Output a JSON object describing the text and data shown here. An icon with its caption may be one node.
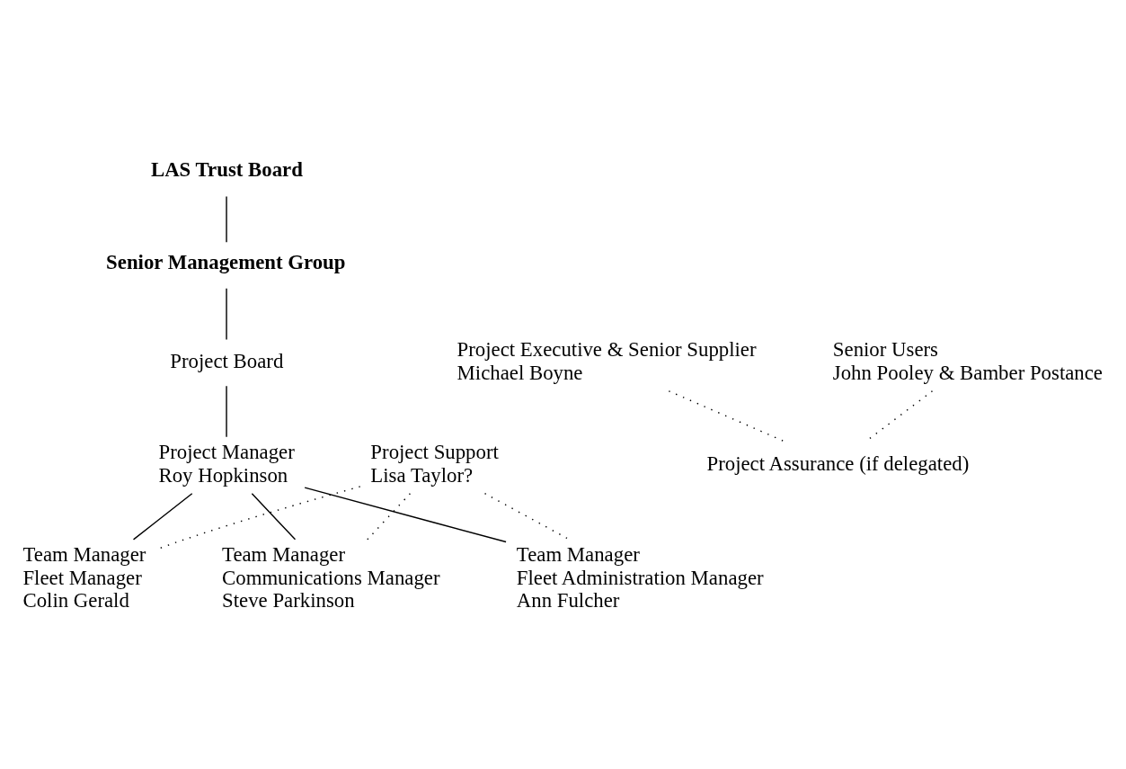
{
  "diagram": {
    "nodes": [
      {
        "text": [
          "LAS Trust Board"
        ]
      },
      {
        "text": [
          "Senior Management Group"
        ]
      },
      {
        "text": [
          "Project Board"
        ]
      },
      {
        "text": [
          "Project Executive & Senior Supplier",
          "Michael Boyne"
        ]
      },
      {
        "text": [
          "Senior Users",
          "John Pooley & Bamber Postance"
        ]
      },
      {
        "text": [
          "Project Assurance (if delegated)"
        ]
      },
      {
        "text": [
          "Project Manager",
          "Roy Hopkinson"
        ]
      },
      {
        "text": [
          "Project Support",
          "Lisa Taylor?"
        ]
      },
      {
        "text": [
          "Team Manager",
          "Fleet Manager",
          "Colin Gerald"
        ]
      },
      {
        "text": [
          "Team Manager",
          "Communications Manager",
          "Steve Parkinson"
        ]
      },
      {
        "text": [
          "Team Manager",
          "Fleet Administration Manager",
          "Ann Fulcher"
        ]
      }
    ],
    "edges": [
      {
        "from": 0,
        "to": 1,
        "arrow": "none"
      },
      {
        "from": 1,
        "to": 2,
        "arrow": "none"
      },
      {
        "from": 2,
        "to": 6,
        "arrow": "none"
      },
      {
        "from": 3,
        "to": 5,
        "arrow": "none",
        "style": "dashed"
      },
      {
        "from": 4,
        "to": 5,
        "arrow": "none",
        "style": "dashed"
      },
      {
        "from": 6,
        "to": 8,
        "arrow": "none"
      },
      {
        "from": 6,
        "to": 9,
        "arrow": "none"
      },
      {
        "from": 6,
        "to": 10,
        "arrow": "none"
      },
      {
        "from": 7,
        "to": 8,
        "arrow": "none",
        "style": "dashed"
      },
      {
        "from": 7,
        "to": 9,
        "arrow": "none",
        "style": "dashed"
      },
      {
        "from": 7,
        "to": 10,
        "arrow": "none",
        "style": "dashed"
      }
    ]
  }
}
